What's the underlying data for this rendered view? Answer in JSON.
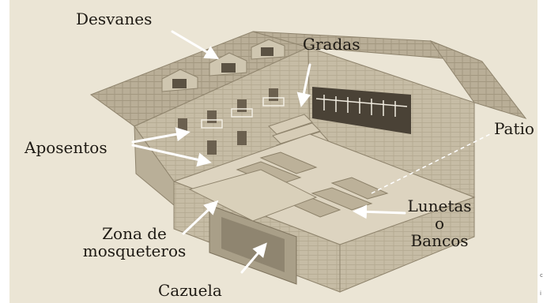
{
  "labels": {
    "desvanes": "Desvanes",
    "gradas": "Gradas",
    "patio": "Patio",
    "aposentos": "Aposentos",
    "lunetas_1": "Lunetas",
    "lunetas_2": "o",
    "lunetas_3": "Bancos",
    "zona_1": "Zona de",
    "zona_2": "mosqueteros",
    "cazuela": "Cazuela"
  },
  "edge_marks": [
    "c",
    "i"
  ],
  "colors": {
    "background": "#ebe5d5",
    "wall": "#c9bfa8",
    "roof": "#b8ad95",
    "text": "#1e1a14",
    "arrow": "#ffffff"
  }
}
